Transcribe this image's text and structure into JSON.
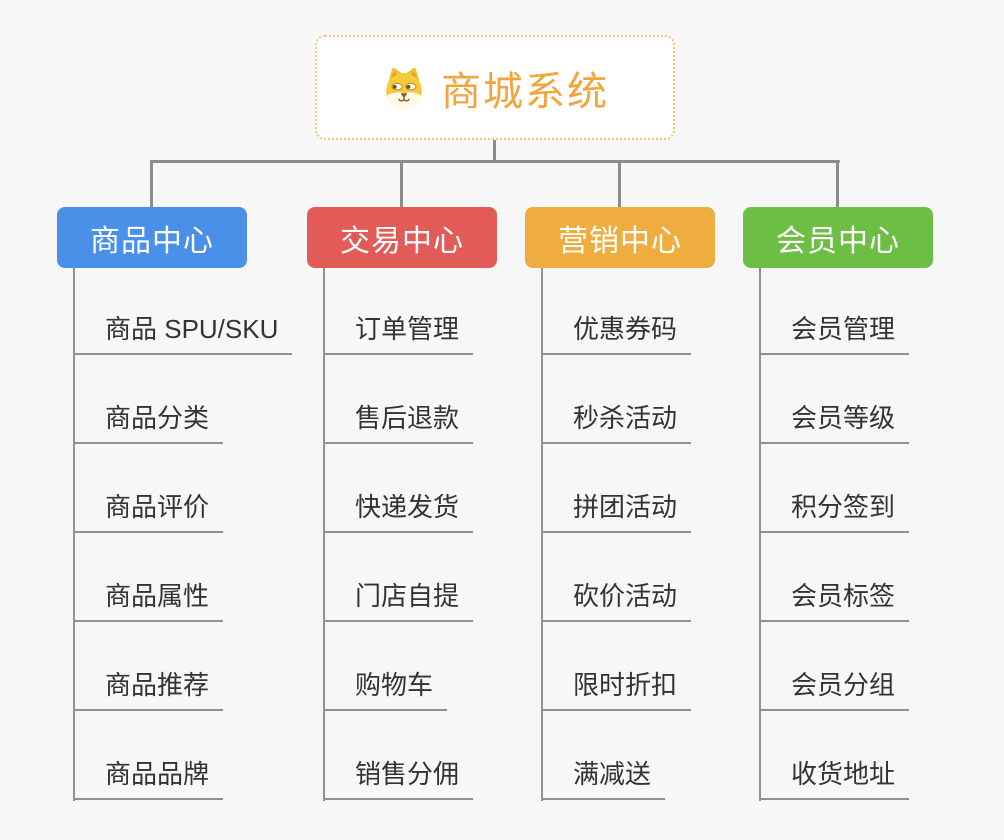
{
  "root": {
    "title": "商城系统",
    "icon": "dog-face-icon",
    "title_color": "#F0A53D",
    "border_color": "#F5C571"
  },
  "branches": [
    {
      "label": "商品中心",
      "color": "#4A90E8",
      "items": [
        "商品 SPU/SKU",
        "商品分类",
        "商品评价",
        "商品属性",
        "商品推荐",
        "商品品牌"
      ]
    },
    {
      "label": "交易中心",
      "color": "#E25B57",
      "items": [
        "订单管理",
        "售后退款",
        "快递发货",
        "门店自提",
        "购物车",
        "销售分佣"
      ]
    },
    {
      "label": "营销中心",
      "color": "#EFAD3F",
      "items": [
        "优惠券码",
        "秒杀活动",
        "拼团活动",
        "砍价活动",
        "限时折扣",
        "满减送"
      ]
    },
    {
      "label": "会员中心",
      "color": "#6DBE45",
      "items": [
        "会员管理",
        "会员等级",
        "积分签到",
        "会员标签",
        "会员分组",
        "收货地址"
      ]
    }
  ],
  "colors": {
    "background": "#F7F7F7",
    "connector": "#8C8C8C",
    "leaf_line": "#919191",
    "leaf_text": "#333333"
  }
}
